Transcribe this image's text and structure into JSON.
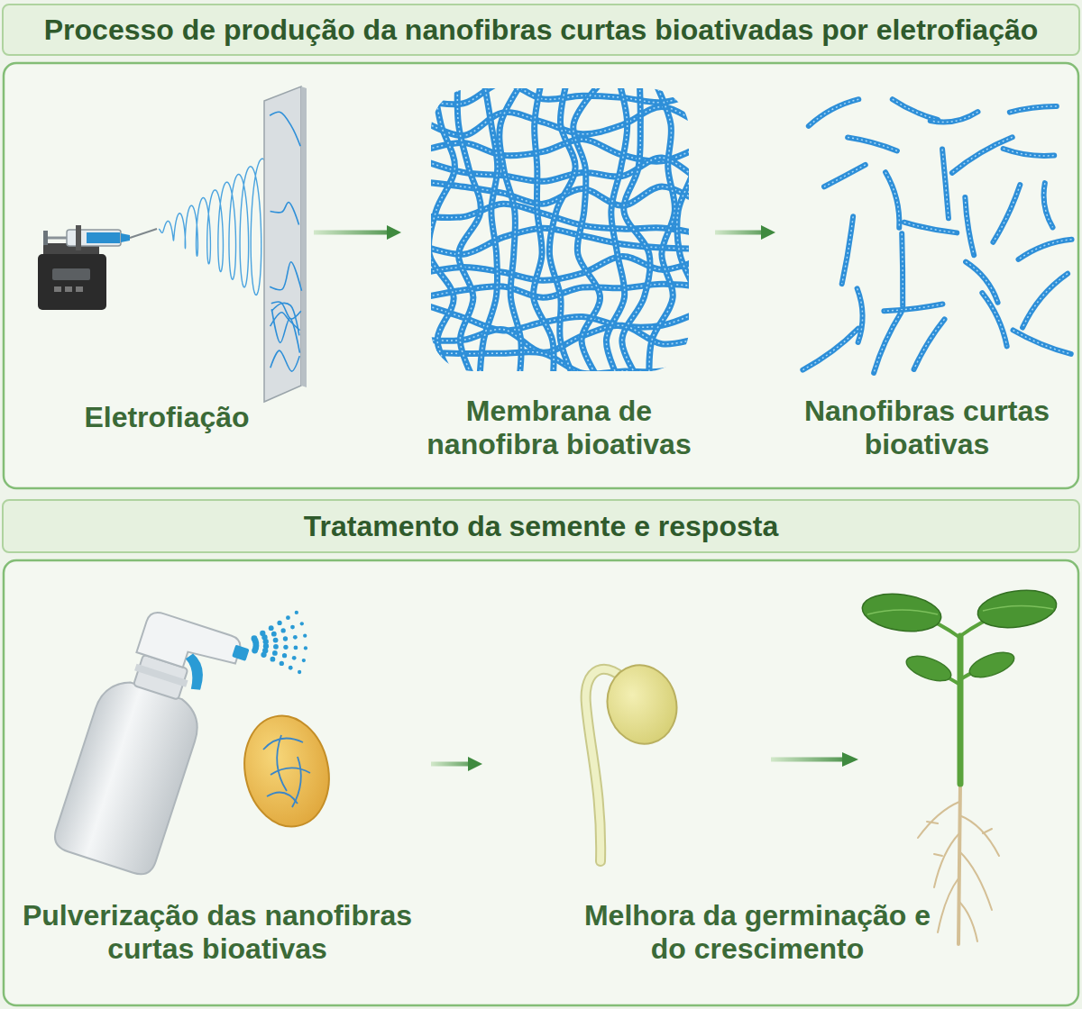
{
  "diagram": {
    "nodes": [
      {
        "text": [
          "Processo de produção da nanofibras curtas bioativadas por eletrofiação"
        ]
      },
      {
        "text": [
          "Eletrofiação"
        ]
      },
      {
        "text": [
          "Membrana de nanofibra bioativas"
        ]
      },
      {
        "text": [
          "Nanofibras curtas bioativas"
        ]
      },
      {
        "text": [
          "Tratamento da semente e resposta"
        ]
      },
      {
        "text": [
          "Pulverização das nanofibras curtas bioativas"
        ]
      },
      {
        "text": [
          "Melhora da germinação e do crescimento"
        ]
      }
    ],
    "edges": [
      {
        "from": 1,
        "to": 2,
        "arrow": "to"
      },
      {
        "from": 2,
        "to": 3,
        "arrow": "to"
      },
      {
        "from": 5,
        "to": 6,
        "arrow": "to"
      }
    ]
  }
}
